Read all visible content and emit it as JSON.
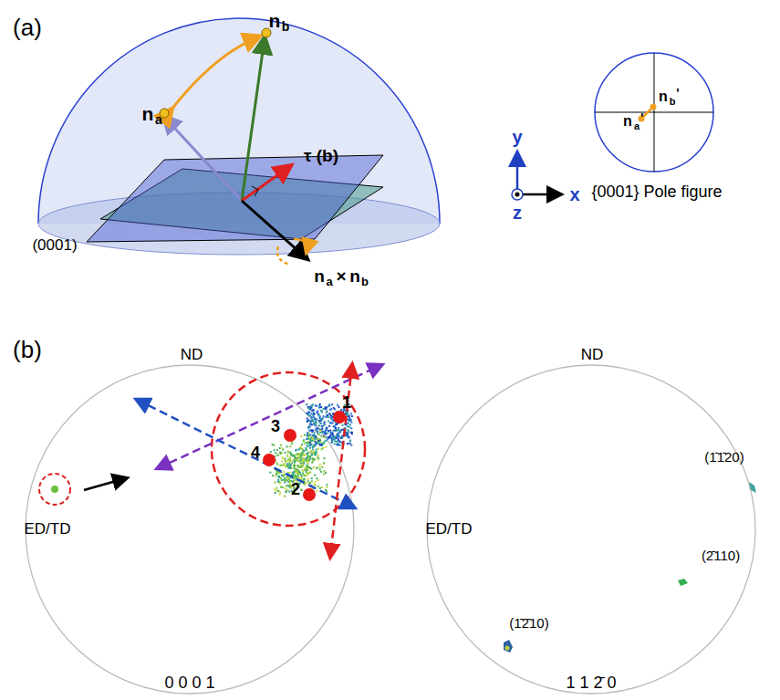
{
  "diagram": {
    "labels": [
      "(a)",
      "n",
      "b",
      "n",
      "a",
      "τ (b)",
      "n",
      "a",
      "×",
      "n",
      "b",
      "(0001)",
      "n",
      "b",
      "'",
      "n",
      "a",
      "'",
      "{0001} Pole figure",
      "y",
      "x",
      "z",
      "(b)",
      "ND",
      "ED/TD",
      "1",
      "3",
      "4",
      "2",
      "0 0 0 1",
      "ND",
      "ED/TD",
      "(1̄1̄20)",
      "(2̄110)",
      "(1̄2̄10)",
      "1 1 2̄ 0"
    ]
  }
}
